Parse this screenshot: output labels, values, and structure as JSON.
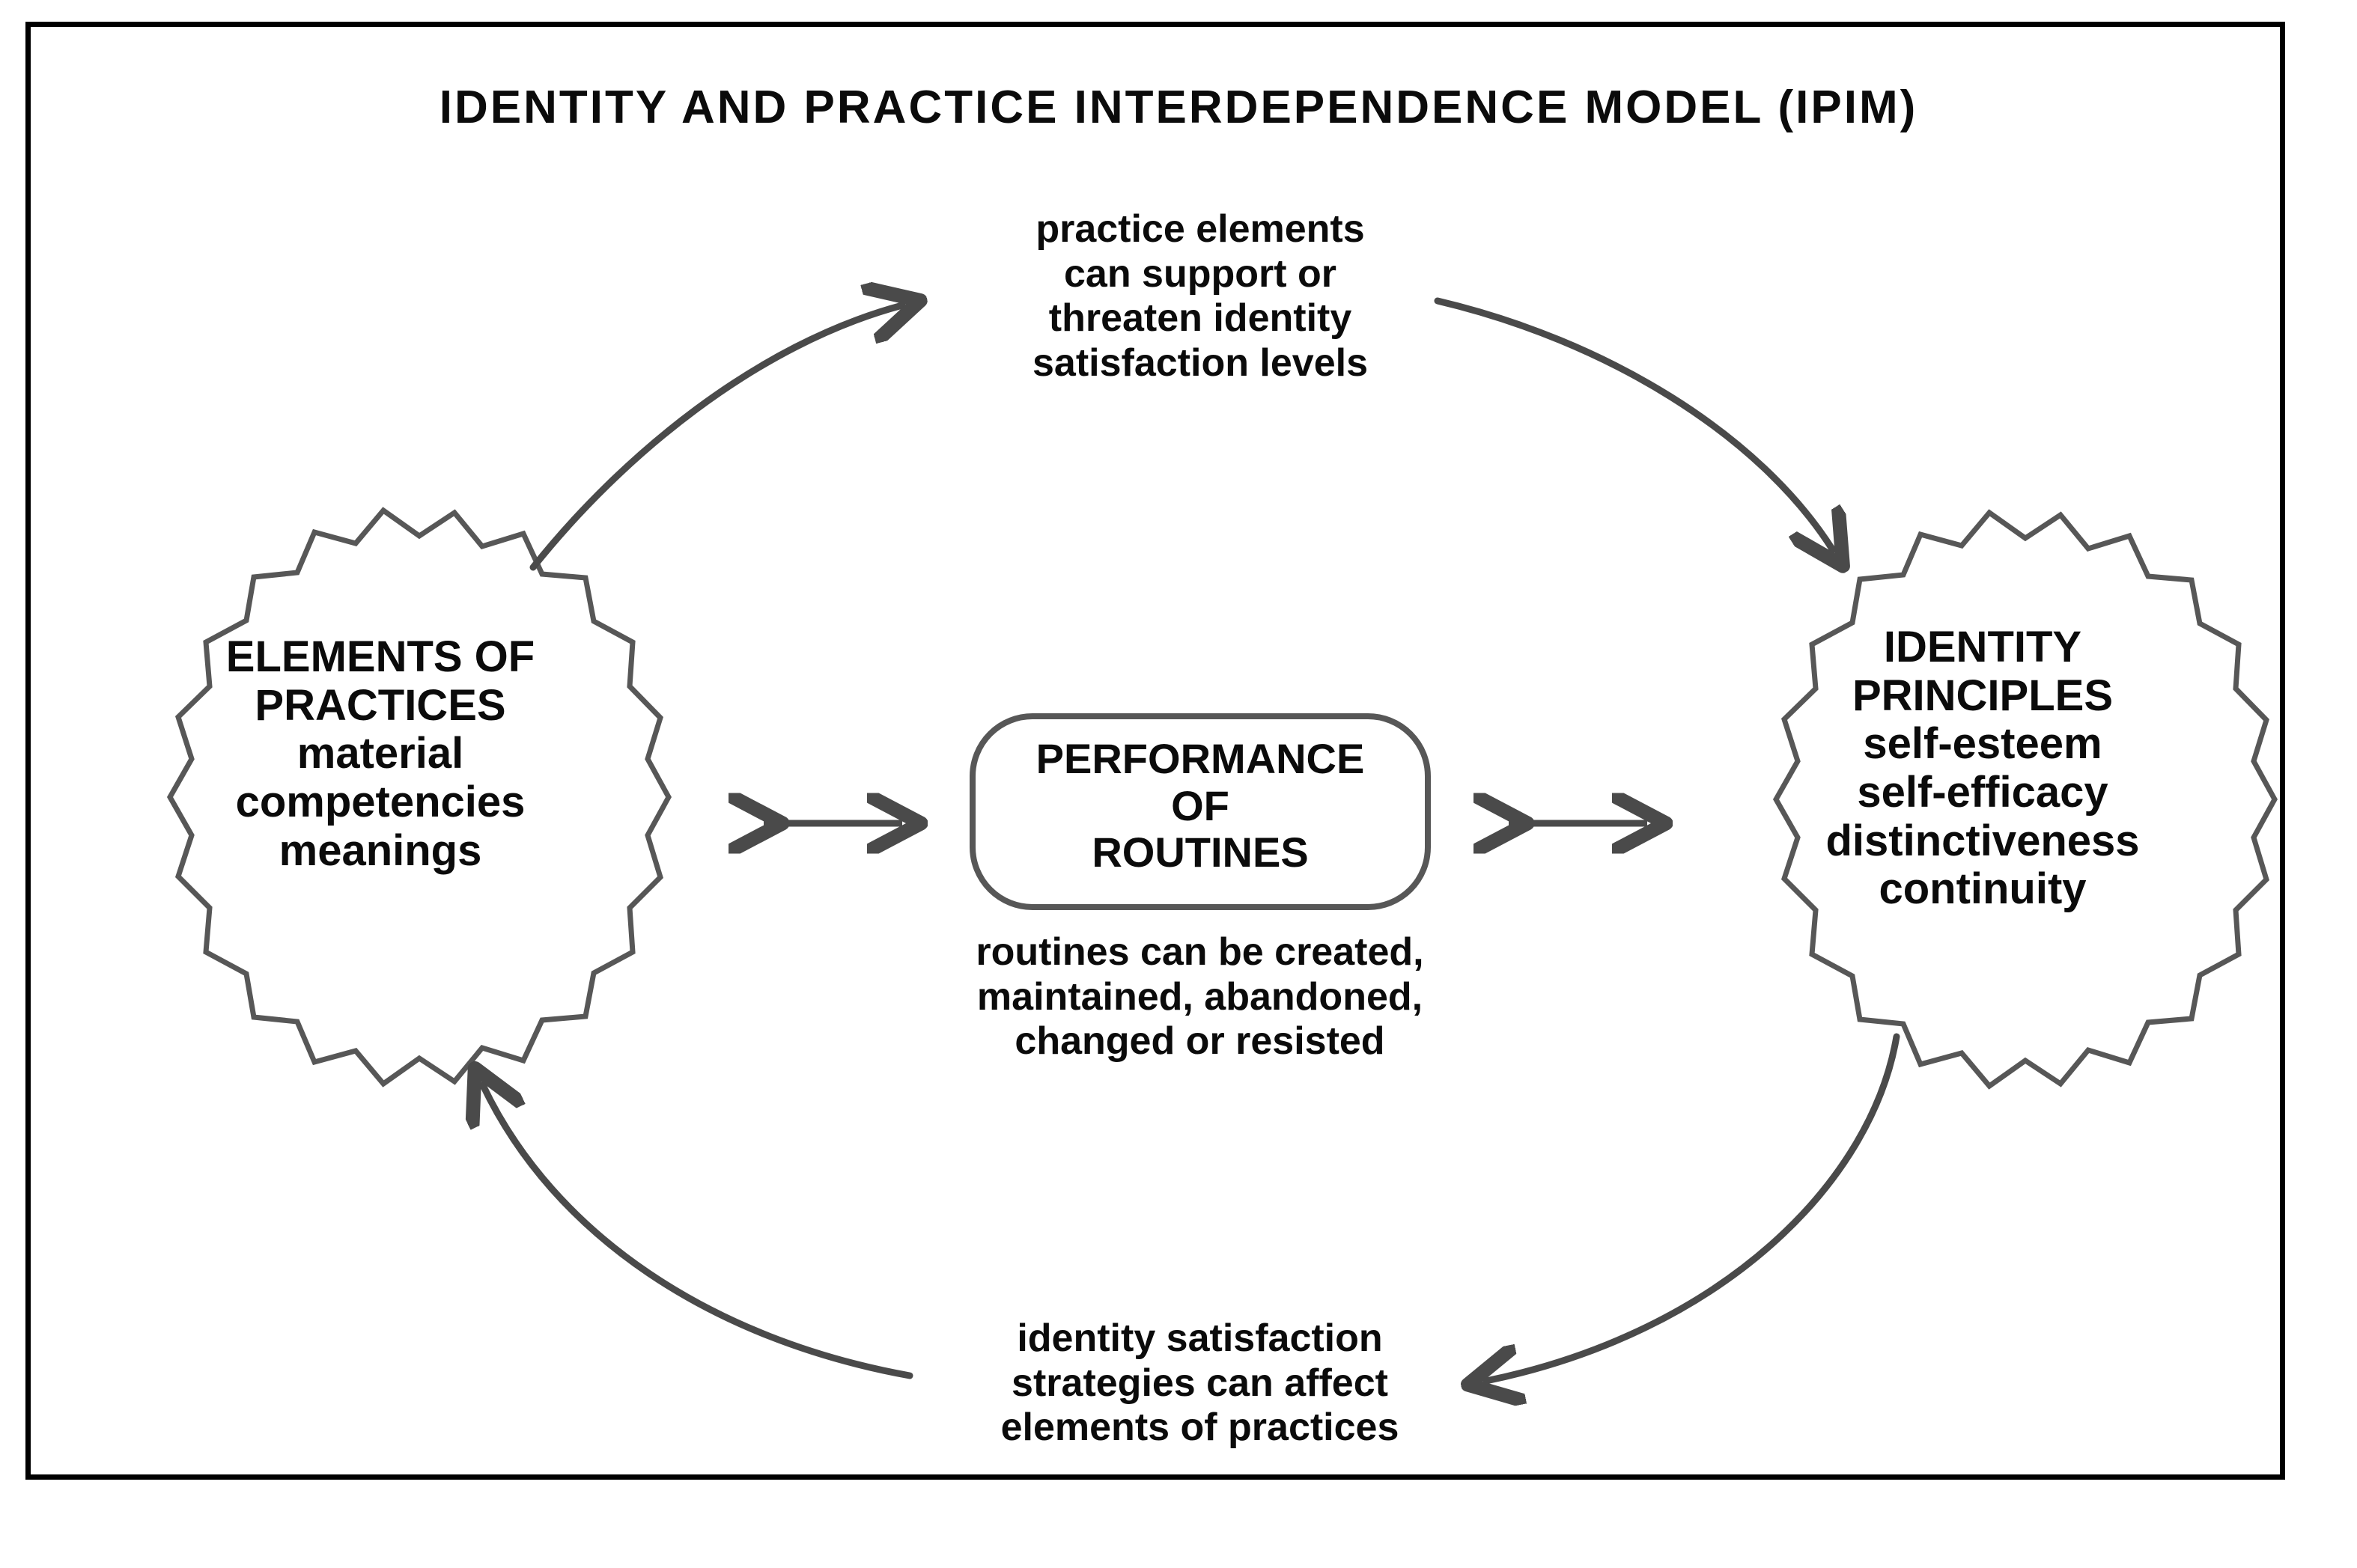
{
  "title": "IDENTITY  AND  PRACTICE  INTERDEPENDENCE  MODEL  (IPIM)",
  "nodes": {
    "left": {
      "heading_line1": "ELEMENTS OF",
      "heading_line2": "PRACTICES",
      "item1": "material",
      "item2": "competencies",
      "item3": "meanings"
    },
    "center": {
      "line1": "PERFORMANCE",
      "line2": "OF",
      "line3": "ROUTINES"
    },
    "right": {
      "heading_line1": "IDENTITY",
      "heading_line2": "PRINCIPLES",
      "item1": "self-esteem",
      "item2": "self-efficacy",
      "item3": "distinctiveness",
      "item4": "continuity"
    }
  },
  "notes": {
    "top": {
      "line1": "practice elements",
      "line2": "can support or",
      "line3": "threaten identity",
      "line4": "satisfaction levels"
    },
    "center": {
      "line1": "routines can be created,",
      "line2": "maintained, abandoned,",
      "line3": "changed or resisted"
    },
    "bottom": {
      "line1": "identity satisfaction",
      "line2": "strategies can affect",
      "line3": "elements of practices"
    }
  },
  "colors": {
    "frame_border": "#000000",
    "shape_stroke": "#575757",
    "arrow": "#4a4a4a",
    "text": "#0b0b0b",
    "background": "#ffffff"
  },
  "arrows": {
    "left_double": "bidirectional arrow between elements of practices and performance of routines",
    "right_double": "bidirectional arrow between performance of routines and identity principles",
    "top_left_curve": "curved arrow from elements of practices up toward top note",
    "top_right_curve": "curved arrow from top note down to identity principles",
    "bottom_right_curve": "curved arrow from identity principles down to bottom note",
    "bottom_left_curve": "curved arrow from bottom note up to elements of practices"
  }
}
